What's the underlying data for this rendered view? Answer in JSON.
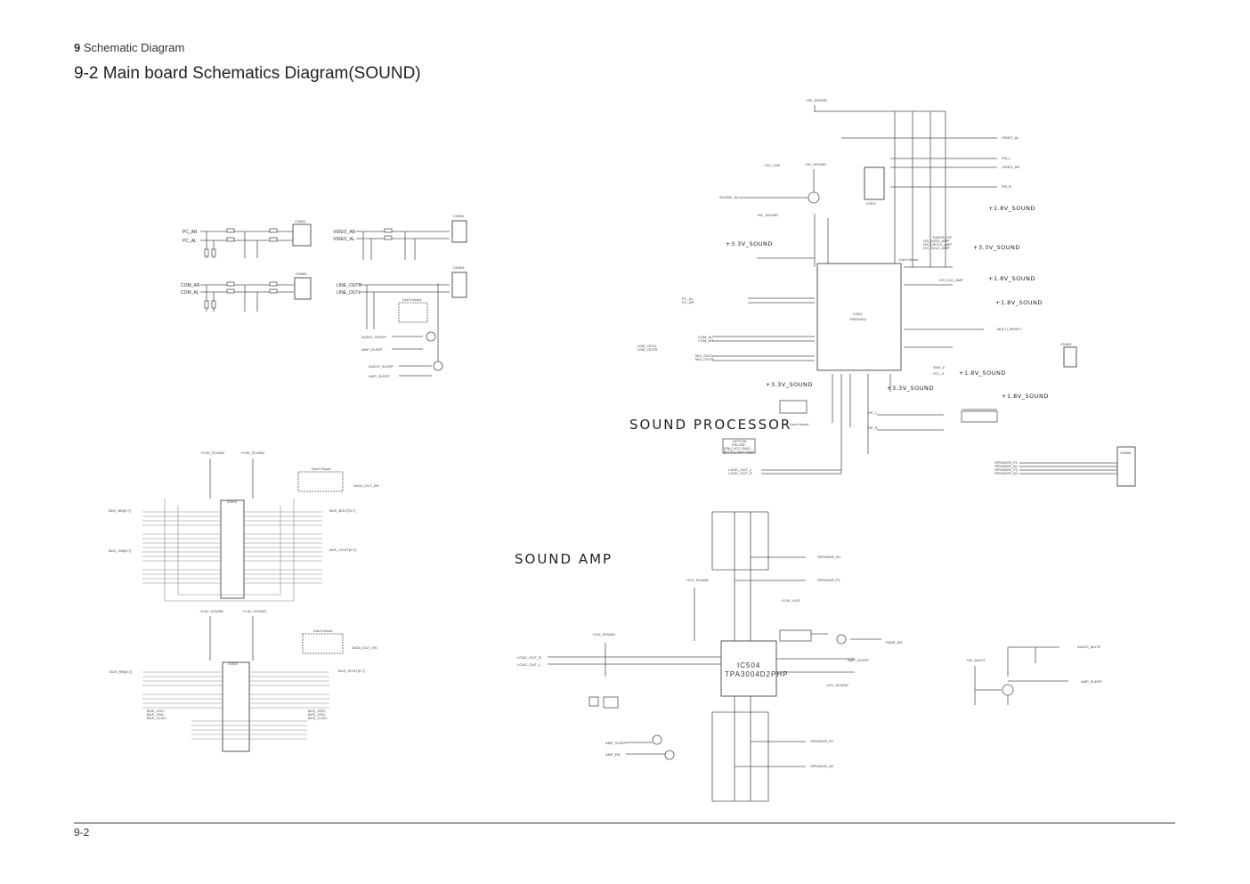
{
  "header": {
    "section_number": "9",
    "section_title": "Schematic Diagram",
    "page_title": "9-2 Main board Schematics Diagram(SOUND)"
  },
  "footer": {
    "page_number": "9-2"
  },
  "blocks": {
    "sound_processor": "SOUND PROCESSOR",
    "sound_amp": "SOUND AMP"
  },
  "rails": {
    "v33_sound": "+3.3V_SOUND",
    "v18_sound": "+1.8V_SOUND",
    "v8_sound": "+8V_SOUND",
    "v5_live": "+5V_LIVE",
    "v12_sound": "+12V_SOUND",
    "v5_multi": "+5V_MULTI",
    "v33_live": "+3.3V_LIVE"
  },
  "components": {
    "ic_processor": "IC501",
    "ic_processor_part": "TP6200S2",
    "ic_amp": "IC504",
    "ic_amp_part": "TPA3004D2PHP",
    "ic_switch": "IC502",
    "cn_pc": "CN502",
    "cn_comp": "CN505",
    "cn_video": "CN501",
    "cn_line": "CN504",
    "cn_i2c": "CN540",
    "cn_speaker": "CN506",
    "ic_buffer_top": "IC503",
    "ic_buffer_bot": "IC515",
    "dont_mount": "Don't Mount",
    "option_table": [
      "OPTION",
      "PIN 128",
      "[PAL] VCC R443",
      "[NTSC] GND R446"
    ]
  },
  "nets": {
    "left_inputs": [
      "PC_AR",
      "PC_AL",
      "COM_AR",
      "COM_AL"
    ],
    "video_inputs": [
      "VIDEO_AR",
      "VIDEO_AL"
    ],
    "line_outputs": [
      "LINE_OUTR",
      "LINE_OUTL"
    ],
    "sleep_signals": [
      "AUDIO_SLEEP",
      "AMP_SLEEP",
      "AUDIO_SLEEP",
      "AMP_SLEEP"
    ],
    "switch_outputs": [
      "VIDEO_AL",
      "FM_L",
      "VIDEO_AR",
      "FM_R"
    ],
    "sound_in": "SOUND_IN",
    "processor_right": [
      "TUNER_SIF",
      "I2S_DATA_AMP",
      "I2S_LRCLK_AMP",
      "I2S_SCLK_AMP",
      "I2S_CLK_AMP",
      "MULTI_RESET",
      "SDA_5",
      "SCL_5"
    ],
    "processor_left": [
      "PC_AL",
      "PC_AR",
      "COM_AL",
      "COM_AR",
      "LINE_OUTL",
      "LINE_OUTR",
      "MIX_OUTL",
      "MIX_OUTR"
    ],
    "hp": [
      "HP_L",
      "HP_R"
    ],
    "loud_out": [
      "LOUD_OUT_L",
      "LOUD_OUT_R"
    ],
    "speakers_cn": [
      "SPEAKER_P1",
      "SPEAKER_N1",
      "SPEAKER_P2",
      "SPEAKER_N2"
    ],
    "bus_top": [
      "BUS_BIN[0:7]",
      "BUS_GIN[0:7]",
      "BUS_BOUT[0:7]",
      "BUS_GOUT[0:7]",
      "DATA_OUT_EN"
    ],
    "bus_bot": [
      "BUS_RIN[0:7]",
      "BUS_ROUT[0:7]",
      "DATA_OUT_EN"
    ],
    "sync_in": [
      "BUS_HSI1",
      "BUS_VSI1",
      "BUS_CLKI1"
    ],
    "sync_out": [
      "BUS_HSO",
      "BUS_VSO",
      "BUS_CLKO"
    ],
    "amp_inputs": [
      "LOUD_OUT_R",
      "LOUD_OUT_L"
    ],
    "amp_ctrl": [
      "AMP_SLEEP",
      "AMP_EN",
      "FADE_EN",
      "AMP_SLEEP"
    ],
    "amp_outputs": [
      "SPEAKER_N1",
      "SPEAKER_P1",
      "SPEAKER_P2",
      "SPEAKER_N2"
    ],
    "amp_sleep_out": "AMP_SLEEP",
    "audio_mute": "AUDIO_MUTE"
  }
}
